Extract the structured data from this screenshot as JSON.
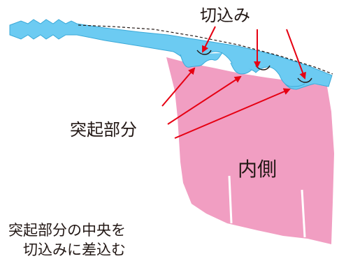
{
  "labels": {
    "slit": "切込み",
    "protrusion": "突起部分",
    "inside": "内側"
  },
  "instructions": {
    "line1": "突起部分の中央を",
    "line2": "切込みに差込む"
  },
  "colors": {
    "band": "#6ccbf2",
    "band_stroke": "#3aa9d8",
    "mask": "#f19ec2",
    "arrow": "#e60012",
    "text": "#231815"
  }
}
